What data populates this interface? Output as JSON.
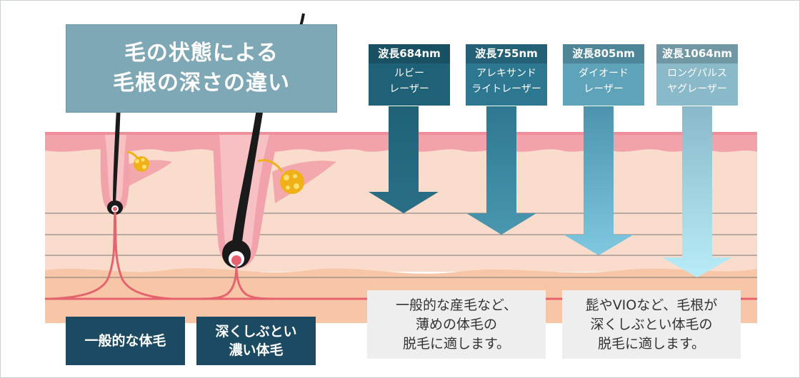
{
  "title": {
    "line1": "毛の状態による",
    "line2": "毛根の深さの違い"
  },
  "wavelengths": [
    {
      "header": "波長684nm",
      "line1": "ルビー",
      "line2": "レーザー",
      "color": "#1f6278"
    },
    {
      "header": "波長755nm",
      "line1": "アレキサンド",
      "line2": "ライトレーザー",
      "color": "#2e7791"
    },
    {
      "header": "波長805nm",
      "line1": "ダイオード",
      "line2": "レーザー",
      "color": "#5fa3bb"
    },
    {
      "header": "波長1064nm",
      "line1": "ロングパルス",
      "line2": "ヤグレーザー",
      "color": "#8ab9c9"
    }
  ],
  "descriptions": [
    {
      "line1": "一般的な産毛など、",
      "line2": "薄めの体毛の",
      "line3": "脱毛に適します。"
    },
    {
      "line1": "髭やVIOなど、毛根が",
      "line2": "深くしぶとい体毛の",
      "line3": "脱毛に適します。"
    }
  ],
  "hair_labels": [
    {
      "line1": "一般的な体毛",
      "line2": ""
    },
    {
      "line1": "深くしぶとい",
      "line2": "濃い体毛"
    }
  ],
  "colors": {
    "skin_surface": "#f2a2ab",
    "dermis": "#f9dccb",
    "subcutis": "#f7c6a6",
    "nerve": "#e5626f",
    "hair": "#1a1a1a",
    "gland": "#f0b018"
  }
}
